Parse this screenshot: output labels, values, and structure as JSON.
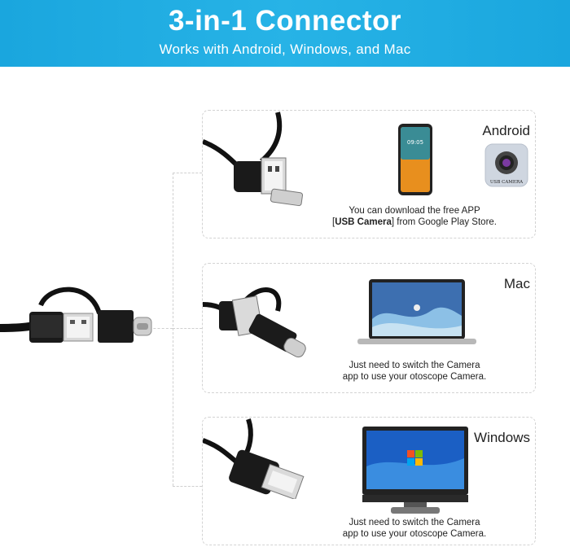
{
  "header": {
    "title": "3-in-1 Connector",
    "subtitle": "Works with Android, Windows, and Mac"
  },
  "panels": {
    "android": {
      "os": "Android",
      "line1": "You can download the free APP",
      "line2_prefix": "[",
      "line2_bold": "USB Camera",
      "line2_suffix": "] from Google Play Store.",
      "app_icon_label": "USB CAMERA",
      "phone_time": "09:05"
    },
    "mac": {
      "os": "Mac",
      "line1": "Just need to switch the Camera",
      "line2": "app to use your otoscope Camera."
    },
    "windows": {
      "os": "Windows",
      "line1": "Just need to switch the Camera",
      "line2": "app to use your otoscope Camera."
    }
  },
  "colors": {
    "banner": "#1aa6de",
    "dashed_border": "#d3d3d3"
  }
}
